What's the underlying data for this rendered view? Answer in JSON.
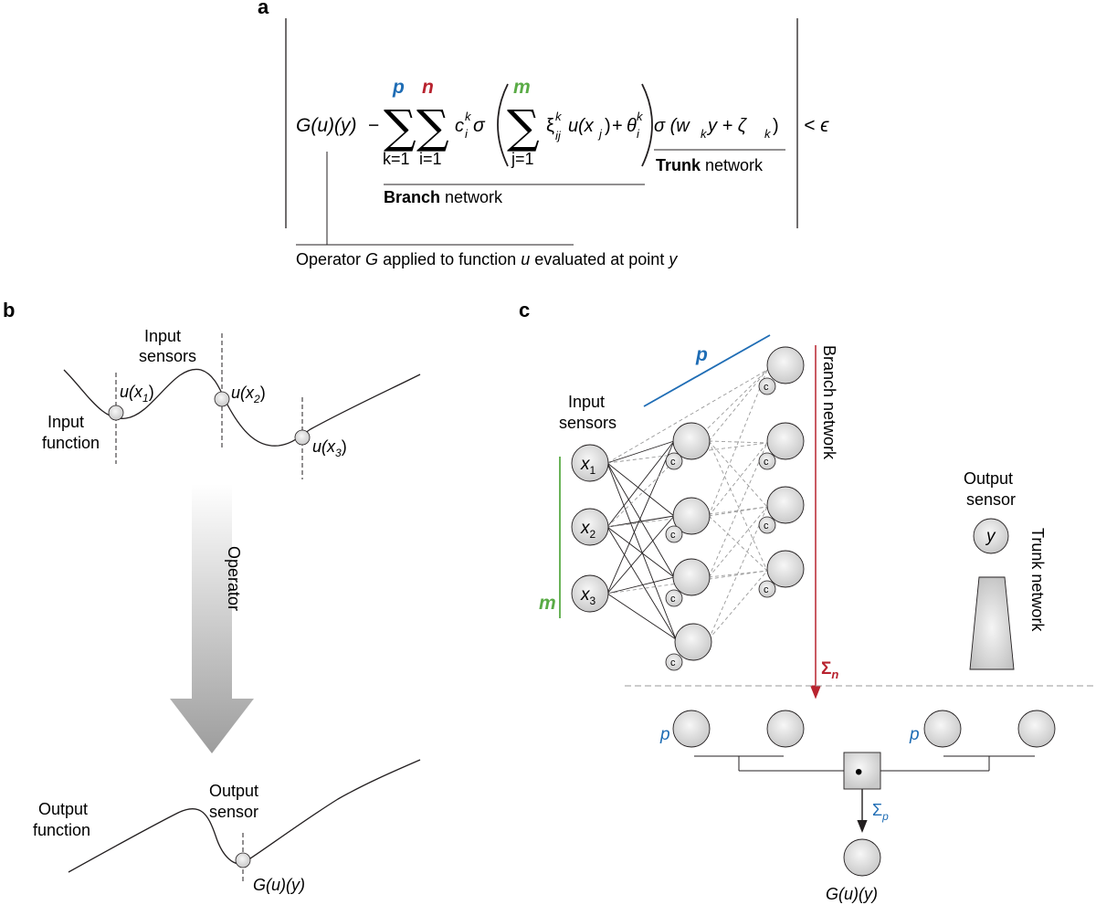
{
  "panel_a": {
    "label": "a",
    "lhs": "G(u)(y)",
    "minus": "−",
    "sum_top_p": "p",
    "sum_top_n": "n",
    "sum_top_m": "m",
    "sum_bottom_k": "k=1",
    "sum_bottom_i": "i=1",
    "sum_bottom_j": "j=1",
    "c_coef": "c",
    "c_sup": "k",
    "c_sub": "i",
    "sigma": "σ",
    "xi": "ξ",
    "xi_sup": "k",
    "xi_sub": "ij",
    "u_x": "u(x",
    "j_sub": "j",
    "close_paren": ")",
    "plus": "+",
    "theta": "θ",
    "theta_sup": "k",
    "theta_sub": "i",
    "trunk_sigma": "σ (w",
    "trunk_k1": "k",
    "trunk_mid": "y + ζ",
    "trunk_k2": "k",
    "trunk_close": ")",
    "lt_eps": "< ϵ",
    "branch_bold": "Branch",
    "branch_rest": " network",
    "trunk_bold": "Trunk",
    "trunk_rest": " network",
    "operator_caption_1": "Operator ",
    "operator_caption_G": "G",
    "operator_caption_2": " applied to function ",
    "operator_caption_u": "u",
    "operator_caption_3": " evaluated at point ",
    "operator_caption_y": "y"
  },
  "panel_b": {
    "label": "b",
    "input_sensors_1": "Input",
    "input_sensors_2": "sensors",
    "input_function_1": "Input",
    "input_function_2": "function",
    "u_x1": "u(x",
    "u_x1_sub": "1",
    "u_x2": "u(x",
    "u_x2_sub": "2",
    "u_x3": "u(x",
    "u_x3_sub": "3",
    "paren": ")",
    "operator": "Operator",
    "output_function_1": "Output",
    "output_function_2": "function",
    "output_sensor_1": "Output",
    "output_sensor_2": "sensor",
    "G_u_y": "G(u)(y)"
  },
  "panel_c": {
    "label": "c",
    "p_top": "p",
    "input_sensors_1": "Input",
    "input_sensors_2": "sensors",
    "x_label": "x",
    "x_subs": [
      "1",
      "2",
      "3"
    ],
    "m_label": "m",
    "c_node": "c",
    "branch_network": "Branch network",
    "sigma_n": "Σ",
    "sigma_n_sub": "n",
    "output_sensor_1": "Output",
    "output_sensor_2": "sensor",
    "y_node": "y",
    "trunk_network": "Trunk network",
    "p_left": "p",
    "p_right": "p",
    "dot": "•",
    "sigma_p": "Σ",
    "sigma_p_sub": "p",
    "G_u_y": "G(u)(y)"
  },
  "colors": {
    "p_blue": "#1f6db5",
    "n_red": "#b8232f",
    "m_green": "#5aab46",
    "ink": "#231f20",
    "node_fill": "#e6e6e6",
    "dash_gray": "#9a9a9a"
  }
}
